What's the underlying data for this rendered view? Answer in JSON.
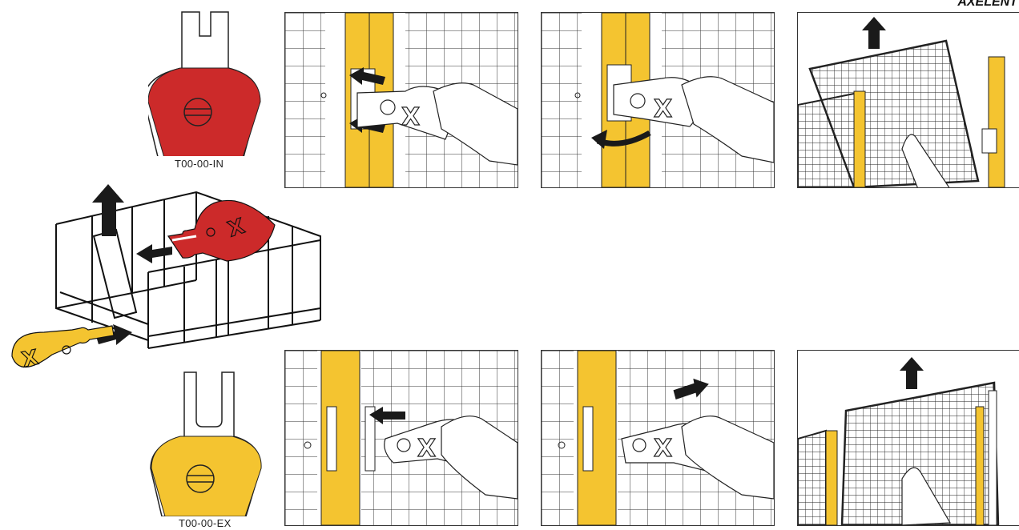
{
  "brand_text": "AXELENT",
  "keys": {
    "internal": {
      "label": "T00-00-IN",
      "color": "#cc2a2a"
    },
    "external": {
      "label": "T00-00-EX",
      "color": "#f4c430"
    }
  },
  "colors": {
    "post": "#f4c430",
    "line": "#222222",
    "arrow": "#1a1a1a"
  },
  "icons": [
    "up-arrow-icon",
    "left-arrow-icon",
    "right-arrow-icon",
    "curved-arrow-icon",
    "x-logo-icon"
  ]
}
